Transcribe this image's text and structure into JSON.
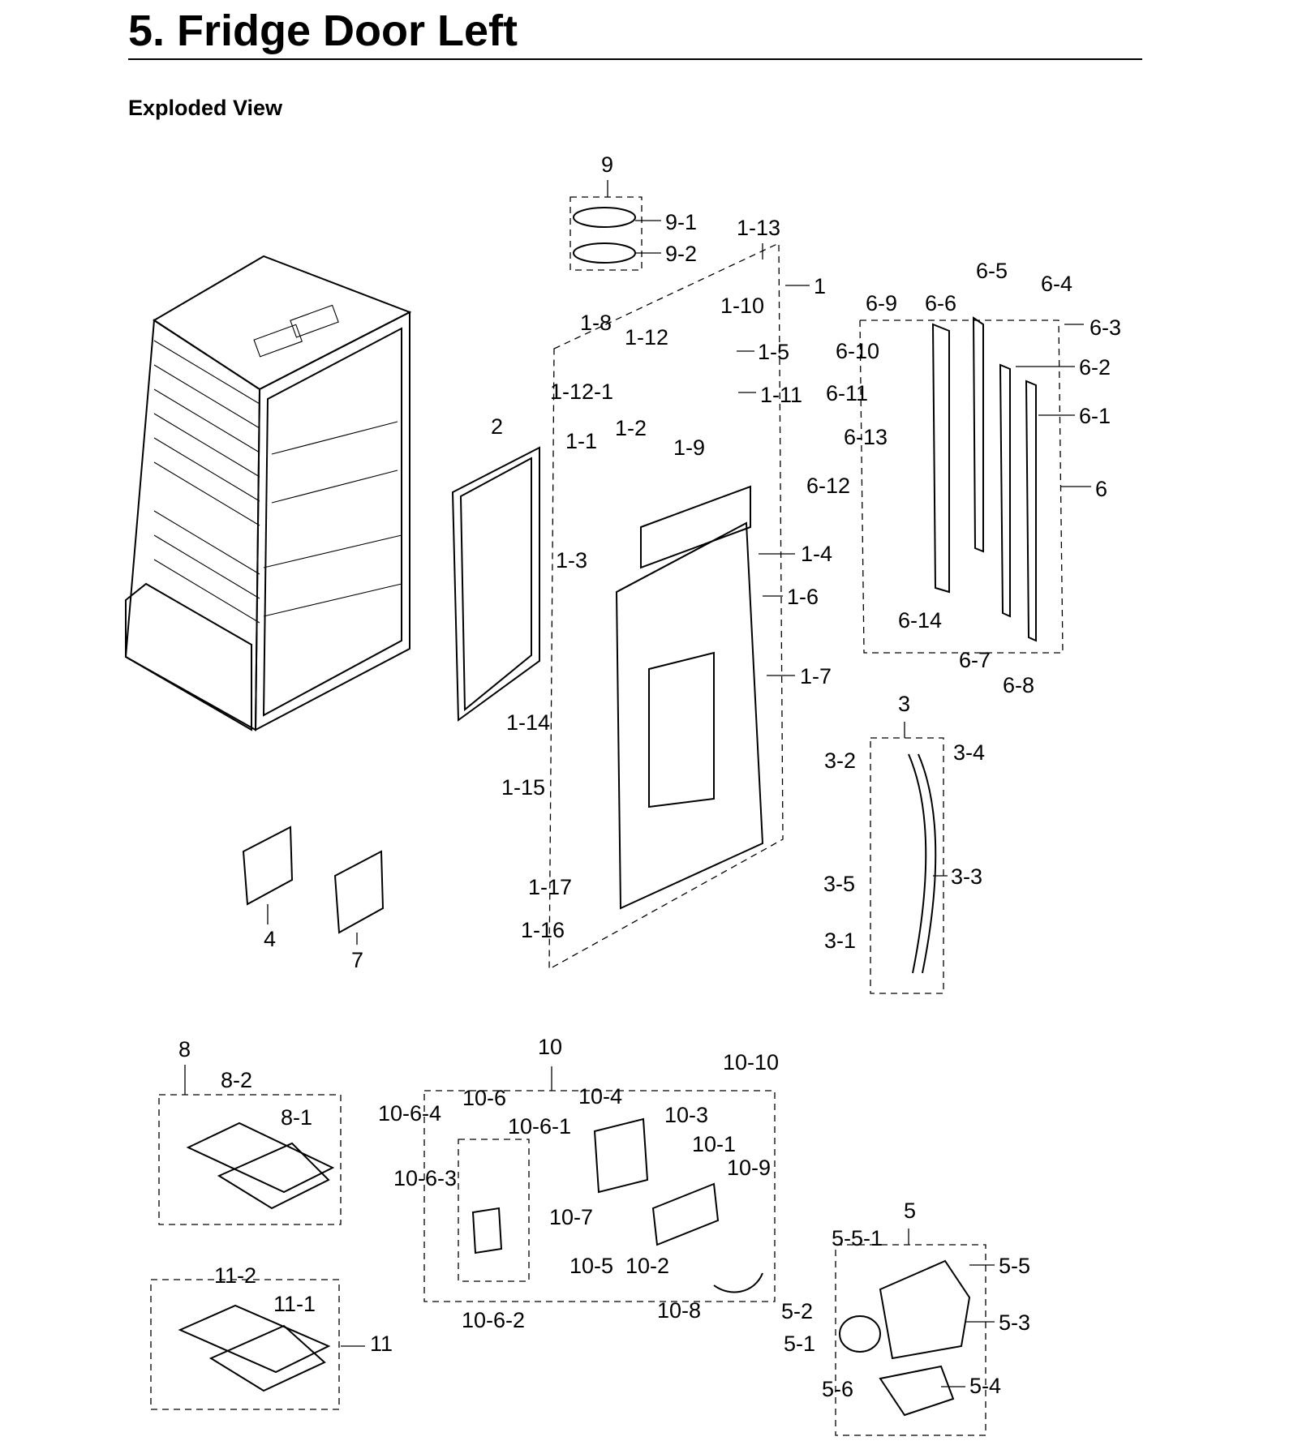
{
  "header": {
    "title": "5.  Fridge Door Left",
    "subtitle": "Exploded View"
  },
  "labels": {
    "l9": "9",
    "l9_1": "9-1",
    "l9_2": "9-2",
    "l1_13": "1-13",
    "l1": "1",
    "l1_10": "1-10",
    "l1_8": "1-8",
    "l1_12": "1-12",
    "l1_5": "1-5",
    "l1_12_1": "1-12-1",
    "l1_11": "1-11",
    "l2": "2",
    "l1_1": "1-1",
    "l1_2": "1-2",
    "l1_9": "1-9",
    "l1_3": "1-3",
    "l1_4": "1-4",
    "l1_6": "1-6",
    "l1_7": "1-7",
    "l1_14": "1-14",
    "l1_15": "1-15",
    "l1_17": "1-17",
    "l1_16": "1-16",
    "l6_5": "6-5",
    "l6_4": "6-4",
    "l6_9": "6-9",
    "l6_6": "6-6",
    "l6_3": "6-3",
    "l6_10": "6-10",
    "l6_2": "6-2",
    "l6_11": "6-11",
    "l6_1": "6-1",
    "l6_13": "6-13",
    "l6_12": "6-12",
    "l6": "6",
    "l6_14": "6-14",
    "l6_7": "6-7",
    "l6_8": "6-8",
    "l3": "3",
    "l3_2": "3-2",
    "l3_4": "3-4",
    "l3_5": "3-5",
    "l3_3": "3-3",
    "l3_1": "3-1",
    "l4": "4",
    "l7": "7",
    "l8": "8",
    "l8_2": "8-2",
    "l8_1": "8-1",
    "l10": "10",
    "l10_10": "10-10",
    "l10_6": "10-6",
    "l10_4": "10-4",
    "l10_6_4": "10-6-4",
    "l10_6_1": "10-6-1",
    "l10_3": "10-3",
    "l10_1": "10-1",
    "l10_9": "10-9",
    "l10_6_3": "10-6-3",
    "l10_7": "10-7",
    "l10_5": "10-5",
    "l10_2": "10-2",
    "l10_6_2": "10-6-2",
    "l10_8": "10-8",
    "l11_2": "11-2",
    "l11_1": "11-1",
    "l11": "11",
    "l5": "5",
    "l5_5_1": "5-5-1",
    "l5_5": "5-5",
    "l5_2": "5-2",
    "l5_3": "5-3",
    "l5_1": "5-1",
    "l5_6": "5-6",
    "l5_4": "5-4"
  }
}
